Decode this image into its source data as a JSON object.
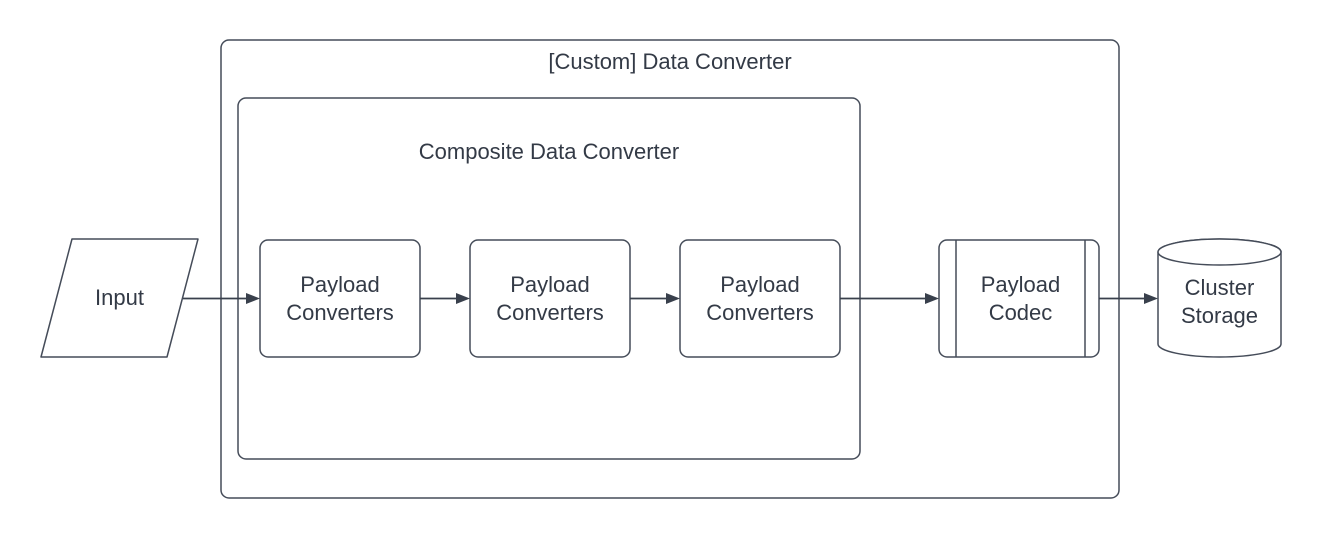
{
  "canvas": {
    "background_color": "#ffffff",
    "stroke_color": "#454c59",
    "arrow_color": "#39404c",
    "text_color": "#333a46"
  },
  "nodes": {
    "outer_container": {
      "title": "[Custom] Data Converter",
      "shape": "rounded-rectangle"
    },
    "composite_container": {
      "title": "Composite Data Converter",
      "shape": "rounded-rectangle"
    },
    "input": {
      "label": "Input",
      "shape": "parallelogram"
    },
    "payload_converters": [
      {
        "label": "Payload\nConverters",
        "shape": "rounded-rectangle"
      },
      {
        "label": "Payload\nConverters",
        "shape": "rounded-rectangle"
      },
      {
        "label": "Payload\nConverters",
        "shape": "rounded-rectangle"
      }
    ],
    "payload_codec": {
      "label": "Payload\nCodec",
      "shape": "predefined-process"
    },
    "cluster_storage": {
      "label": "Cluster\nStorage",
      "shape": "cylinder"
    }
  },
  "connections": [
    {
      "from": "input",
      "to": "payload-converters-1"
    },
    {
      "from": "payload-converters-1",
      "to": "payload-converters-2"
    },
    {
      "from": "payload-converters-2",
      "to": "payload-converters-3"
    },
    {
      "from": "payload-converters-3",
      "to": "payload-codec"
    },
    {
      "from": "payload-codec",
      "to": "cluster-storage"
    }
  ]
}
